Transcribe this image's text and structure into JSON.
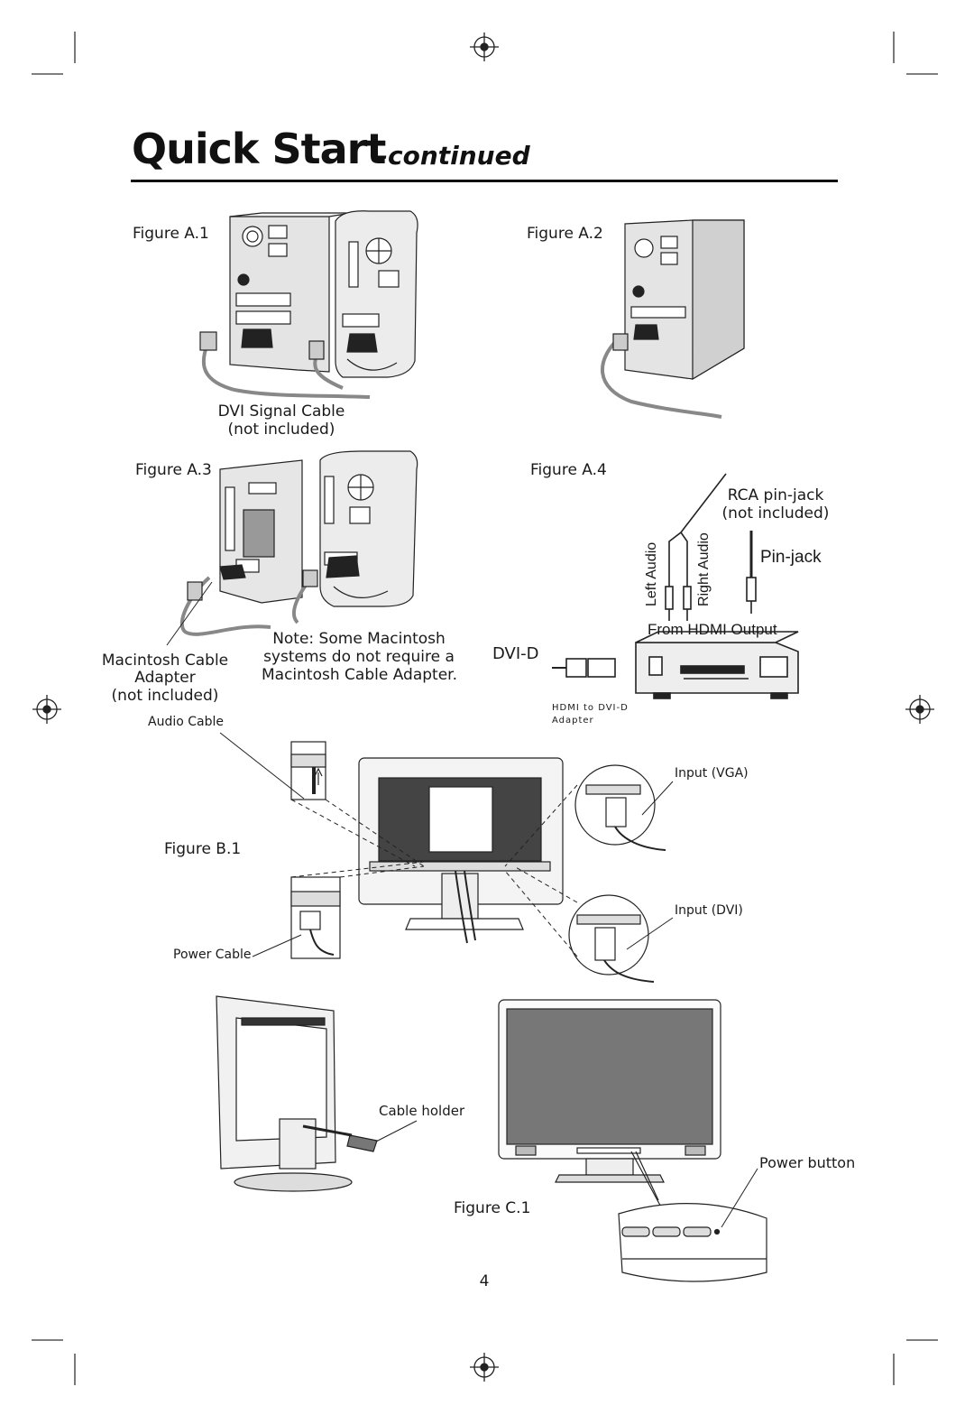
{
  "header": {
    "title": "Quick Start",
    "subtitle": "–continued"
  },
  "figures": {
    "a1": {
      "label": "Figure A.1",
      "cable": "DVI Signal Cable",
      "cable_note": "(not included)"
    },
    "a2": {
      "label": "Figure A.2"
    },
    "a3": {
      "label": "Figure A.3",
      "adapter_line1": "Macintosh Cable",
      "adapter_line2": "Adapter",
      "adapter_line3": "(not included)",
      "note_line1": "Note: Some Macintosh",
      "note_line2": "systems do not require a",
      "note_line3": "Macintosh Cable Adapter."
    },
    "a4": {
      "label": "Figure A.4",
      "rca_line1": "RCA pin-jack",
      "rca_line2": "(not included)",
      "pin_jack": "Pin-jack",
      "left_audio": "Left Audio",
      "right_audio": "Right Audio",
      "from_hdmi": "From HDMI Output",
      "dvi_d": "DVI-D",
      "adapter_line1": "HDMI to DVI-D",
      "adapter_line2": "Adapter"
    },
    "b1": {
      "label": "Figure B.1",
      "audio_cable": "Audio Cable",
      "power_cable": "Power Cable",
      "input_vga": "Input (VGA)",
      "input_dvi": "Input (DVI)"
    },
    "c1": {
      "label": "Figure C.1",
      "cable_holder": "Cable holder",
      "power_button": "Power button"
    }
  },
  "footer": {
    "page_number": "4"
  }
}
